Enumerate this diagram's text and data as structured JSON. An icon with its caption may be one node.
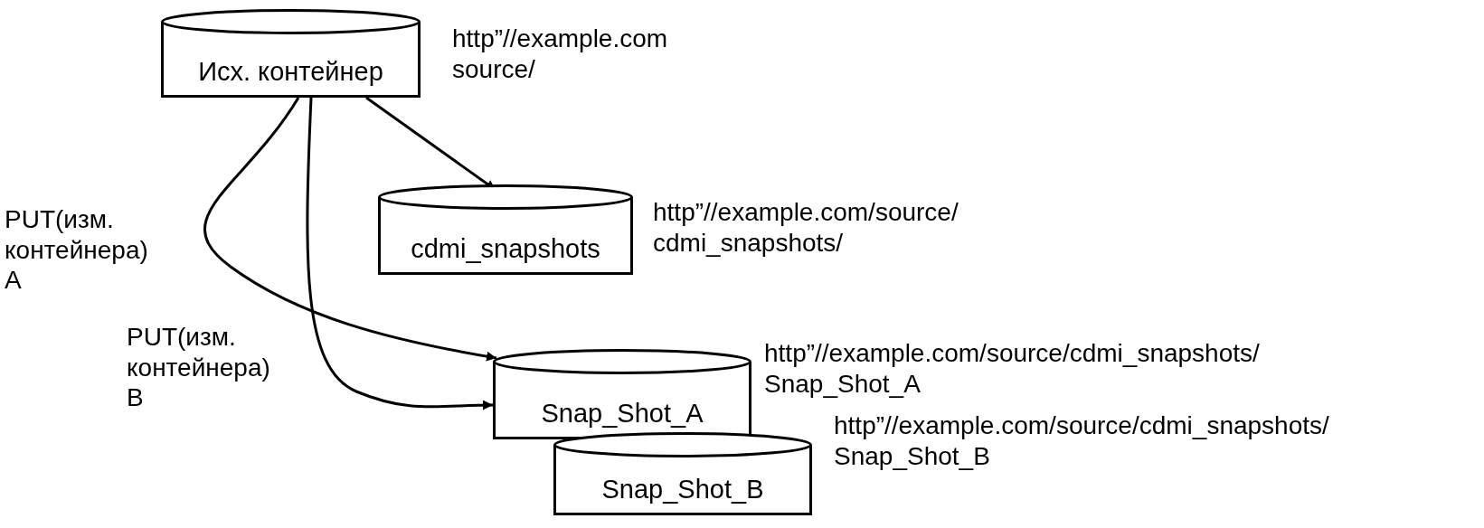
{
  "diagram": {
    "nodes": [
      {
        "text": [
          "Исх. контейнер"
        ],
        "beside": [
          "http”//example.com source/"
        ]
      },
      {
        "text": [
          "cdmi_snapshots"
        ],
        "beside": [
          "http”//example.com/source/ cdmi_snapshots/"
        ]
      },
      {
        "text": [
          "Snap_Shot_A"
        ],
        "beside": [
          "http”//example.com/source/cdmi_snapshots/ Snap_Shot_A"
        ]
      },
      {
        "text": [
          "Snap_Shot_B"
        ],
        "beside": [
          "http”//example.com/source/cdmi_snapshots/ Snap_Shot_B"
        ]
      }
    ],
    "edges": [
      {
        "from": 0,
        "to": 1,
        "arrow": "to"
      },
      {
        "from": 0,
        "to": 2,
        "arrow": "to",
        "label": "PUT(изм. контейнера) A"
      },
      {
        "from": 0,
        "to": 2,
        "arrow": "to",
        "label": "PUT(изм. контейнера) B"
      }
    ]
  }
}
